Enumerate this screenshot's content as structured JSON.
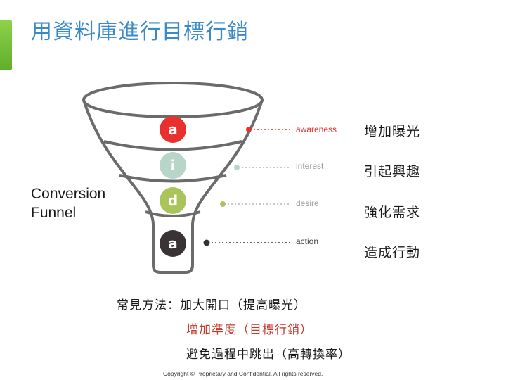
{
  "title": "用資料庫進行目標行銷",
  "funnel": {
    "caption_line1": "Conversion",
    "caption_line2": "Funnel",
    "stages": [
      {
        "letter": "a",
        "tag": "awareness",
        "label": "增加曝光",
        "color": "#e8312f",
        "tag_color": "#e8312f"
      },
      {
        "letter": "i",
        "tag": "interest",
        "label": "引起興趣",
        "color": "#b7d6c8",
        "tag_color": "#9aa09c"
      },
      {
        "letter": "d",
        "tag": "desire",
        "label": "強化需求",
        "color": "#a9c45a",
        "tag_color": "#9aa09c"
      },
      {
        "letter": "a",
        "tag": "action",
        "label": "造成行動",
        "color": "#3a3335",
        "tag_color": "#444444"
      }
    ]
  },
  "methods": {
    "line1": "常見方法：加大開口（提高曝光）",
    "line2": "增加準度（目標行銷）",
    "line3": "避免過程中跳出（高轉換率）"
  },
  "footer": "Copyright © Proprietary and Confidential. All rights reserved."
}
